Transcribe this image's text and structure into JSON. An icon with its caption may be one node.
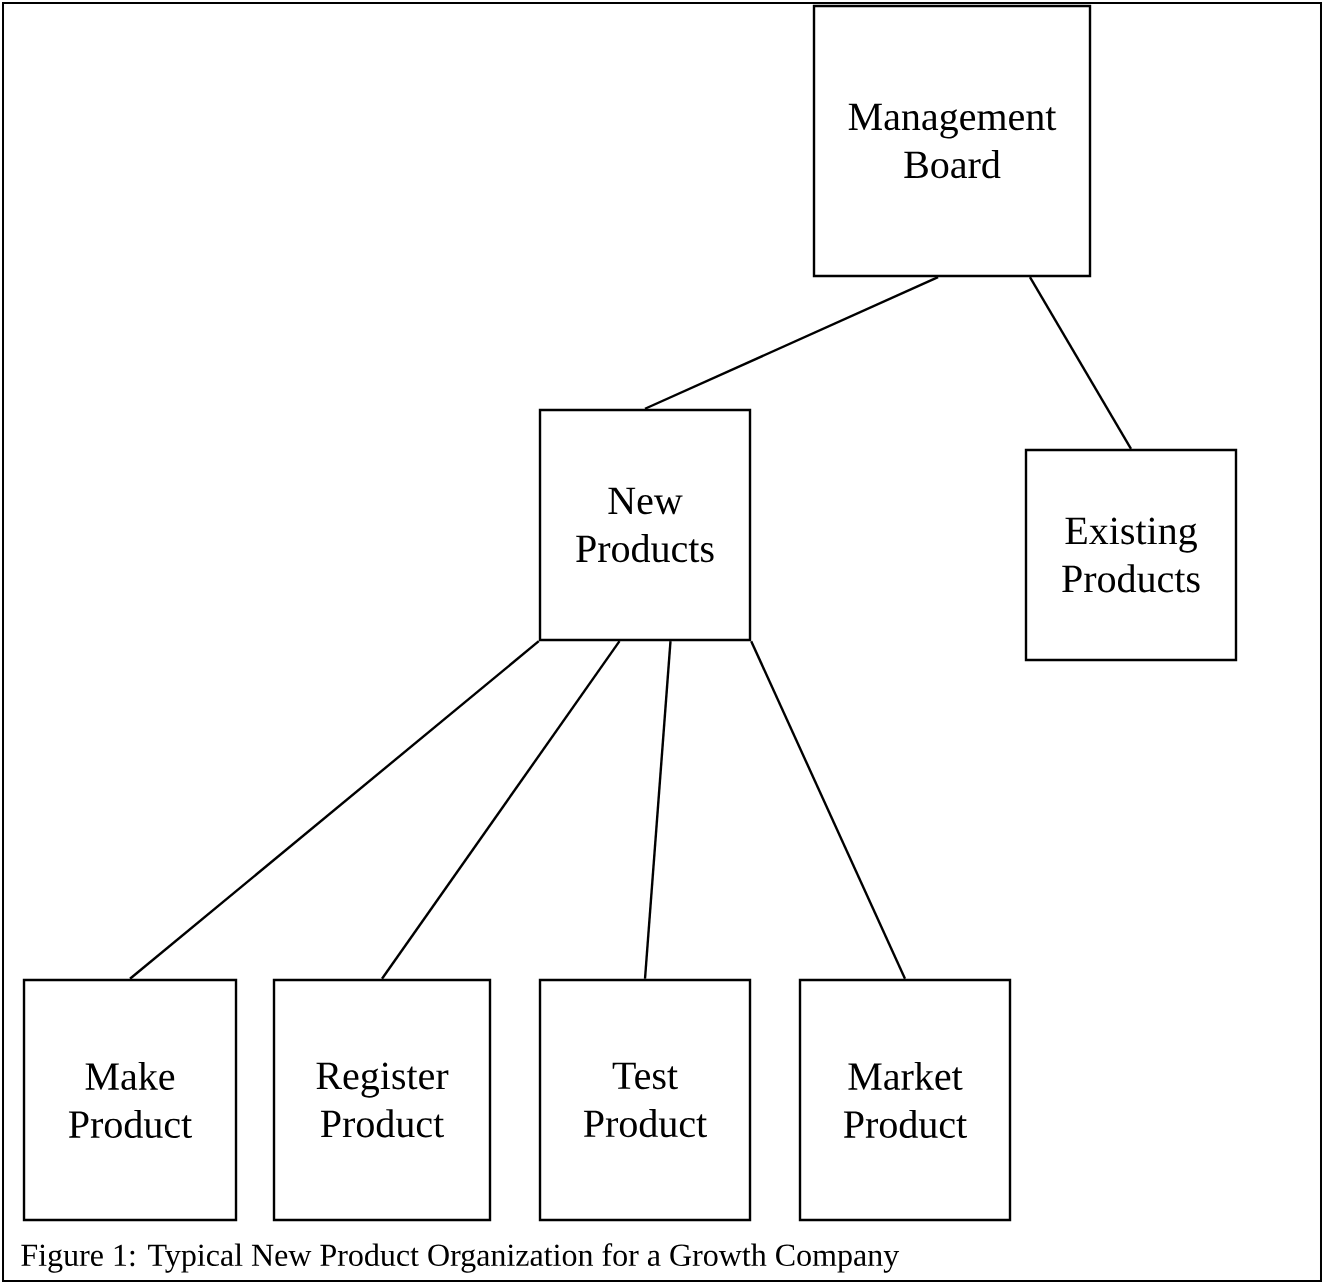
{
  "diagram": {
    "caption": "Figure 1:  Typical New Product Organization for a Growth Company",
    "nodes": [
      {
        "text": [
          "Management Board"
        ]
      },
      {
        "text": [
          "New Products"
        ]
      },
      {
        "text": [
          "Existing Products"
        ]
      },
      {
        "text": [
          "Make Product"
        ]
      },
      {
        "text": [
          "Register Product"
        ]
      },
      {
        "text": [
          "Test Product"
        ]
      },
      {
        "text": [
          "Market Product"
        ]
      }
    ],
    "edges": [
      {
        "from": 0,
        "to": 1,
        "arrow": "none"
      },
      {
        "from": 0,
        "to": 2,
        "arrow": "none"
      },
      {
        "from": 1,
        "to": 3,
        "arrow": "none"
      },
      {
        "from": 1,
        "to": 4,
        "arrow": "none"
      },
      {
        "from": 1,
        "to": 5,
        "arrow": "none"
      },
      {
        "from": 1,
        "to": 6,
        "arrow": "none"
      }
    ]
  }
}
